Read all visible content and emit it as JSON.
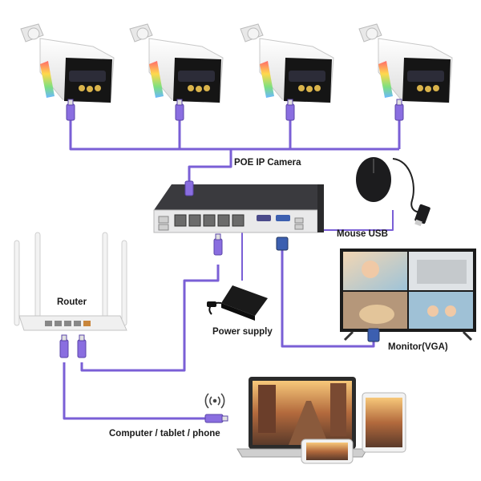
{
  "labels": {
    "poe_camera": "POE IP Camera",
    "mouse_usb": "Mouse USB",
    "router": "Router",
    "power_supply": "Power supply",
    "monitor": "Monitor(VGA)",
    "clients": "Computer / tablet / phone"
  },
  "colors": {
    "cable": "#7a5fd6",
    "connector": "#8a6ee0",
    "nvr_body": "#2a2a2c",
    "camera_body": "#f4f4f4",
    "camera_face": "#151515"
  },
  "icons": [
    "bullet-camera-icon",
    "nvr-recorder-icon",
    "usb-mouse-icon",
    "wifi-router-icon",
    "power-adapter-icon",
    "monitor-icon",
    "laptop-icon",
    "tablet-icon",
    "smartphone-icon",
    "wifi-signal-icon",
    "rj45-connector-icon",
    "vga-connector-icon"
  ]
}
